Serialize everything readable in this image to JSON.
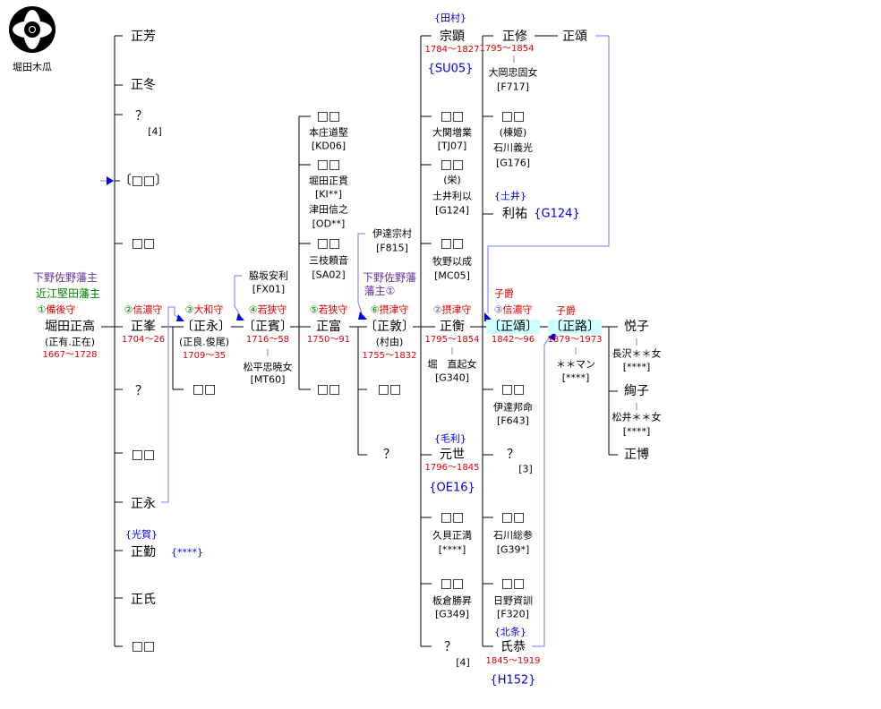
{
  "crest": {
    "label": "堀田木瓜"
  },
  "root": {
    "name": "堀田正高",
    "alias": "(正有.正在)",
    "dates": "1667～1728",
    "num": "①",
    "title": "備後守",
    "domain1": "下野佐野藩主",
    "domain2": "近江堅田藩主"
  },
  "colA": {
    "masayoshi": "正芳",
    "masafuyu": "正冬",
    "unknown1": "？",
    "unknown1_ref": "[4]",
    "bracket_unknown": "〔□□〕",
    "box1": "□□",
    "masamine": {
      "name": "正峯",
      "dates": "1704～26",
      "num": "②",
      "title": "信濃守"
    },
    "unknown2": "？",
    "box2": "□□",
    "masanaga": "正永",
    "masanori": {
      "family": "{光賀}",
      "name": "正勤",
      "ref": "{****}"
    },
    "masauji": "正氏",
    "box3": "□□"
  },
  "gen3": {
    "name": "〔正永〕",
    "alias": "(正良.俊尾)",
    "dates": "1709～35",
    "num": "③",
    "title": "大和守",
    "box": "□□"
  },
  "gen4": {
    "name": "〔正賓〕",
    "dates": "1716～58",
    "num": "④",
    "title": "若狭守",
    "wife": "松平忠暁女",
    "wife_ref": "[MT60]",
    "origin": "脇坂安利",
    "origin_ref": "[FX01]"
  },
  "gen5": {
    "name": "正富",
    "dates": "1750～91",
    "num": "⑤",
    "title": "若狭守",
    "c1": {
      "name": "□□",
      "spouse": "本庄道堅",
      "ref": "[KD06]"
    },
    "c2": {
      "name": "□□",
      "spouse1": "堀田正貫",
      "ref1": "[KI**]",
      "spouse2": "津田信之",
      "ref2": "[OD**]"
    },
    "c3": {
      "name": "□□",
      "spouse": "三枝頼音",
      "ref": "[SA02]"
    },
    "c4": "□□"
  },
  "gen6": {
    "name": "〔正敦〕",
    "alias": "(村由)",
    "dates": "1755～1832",
    "num": "⑥",
    "title": "摂津守",
    "origin": "伊達宗村",
    "origin_ref": "[F815]",
    "domain1": "下野佐野藩",
    "domain2": "藩主①",
    "box": "□□",
    "unknown": "？"
  },
  "gen7": {
    "name": "正衡",
    "dates": "1795～1854",
    "num": "②",
    "title": "摂津守",
    "wife": "堀　直起女",
    "wife_ref": "[G340]",
    "munetsugu": {
      "family": "{田村}",
      "name": "宗顕",
      "dates": "1784～1827",
      "ref": "{SU05}"
    },
    "c1": {
      "name": "□□",
      "spouse": "大関増業",
      "ref": "[TJ07]"
    },
    "c2": {
      "name": "□□",
      "alias": "(栄)",
      "spouse": "土井利以",
      "ref": "[G124]"
    },
    "c3": {
      "name": "□□",
      "spouse": "牧野以成",
      "ref": "[MC05]"
    },
    "motoyo": {
      "family": "{毛利}",
      "name": "元世",
      "dates": "1796～1845",
      "ref": "{OE16}"
    },
    "c4": {
      "name": "□□",
      "spouse": "久貝正満",
      "ref": "[****]"
    },
    "c5": {
      "name": "□□",
      "spouse": "板倉勝昇",
      "ref": "[G349]"
    },
    "unknown": "？",
    "unknown_ref": "[4]"
  },
  "gen7b": {
    "masanobu": {
      "name": "正修",
      "dates": "1795～1854",
      "wife": "大岡忠固女",
      "wife_ref": "[F717]",
      "son": "正頌"
    },
    "c1": {
      "name": "□□",
      "alias": "(棟姫)",
      "spouse": "石川義光",
      "ref": "[G176]"
    },
    "toshisuke": {
      "family": "{土井}",
      "name": "利祐",
      "ref": "{G124}"
    },
    "c2": {
      "name": "□□",
      "spouse": "伊達邦命",
      "ref": "[F643]"
    },
    "unknown": "？",
    "unknown_ref": "[3]",
    "c3": {
      "name": "□□",
      "spouse": "石川総参",
      "ref": "[G39*]"
    },
    "c4": {
      "name": "□□",
      "spouse": "日野資訓",
      "ref": "[F320]"
    },
    "ujiyasu": {
      "family": "{北条}",
      "name": "氏恭",
      "dates": "1845～1919",
      "ref": "{H152}"
    }
  },
  "gen8": {
    "name": "〔正頌〕",
    "dates": "1842～96",
    "rank": "子爵",
    "num": "③",
    "title": "信濃守"
  },
  "gen9": {
    "name": "〔正路〕",
    "dates": "1879～1973",
    "rank": "子爵",
    "wife": "＊＊マン",
    "wife_ref": "[****]"
  },
  "gen10": {
    "c1": {
      "name": "悦子",
      "spouse": "長沢＊＊女",
      "ref": "[****]"
    },
    "c2": {
      "name": "絢子",
      "spouse": "松井＊＊女",
      "ref": "[****]"
    },
    "c3": "正博"
  }
}
